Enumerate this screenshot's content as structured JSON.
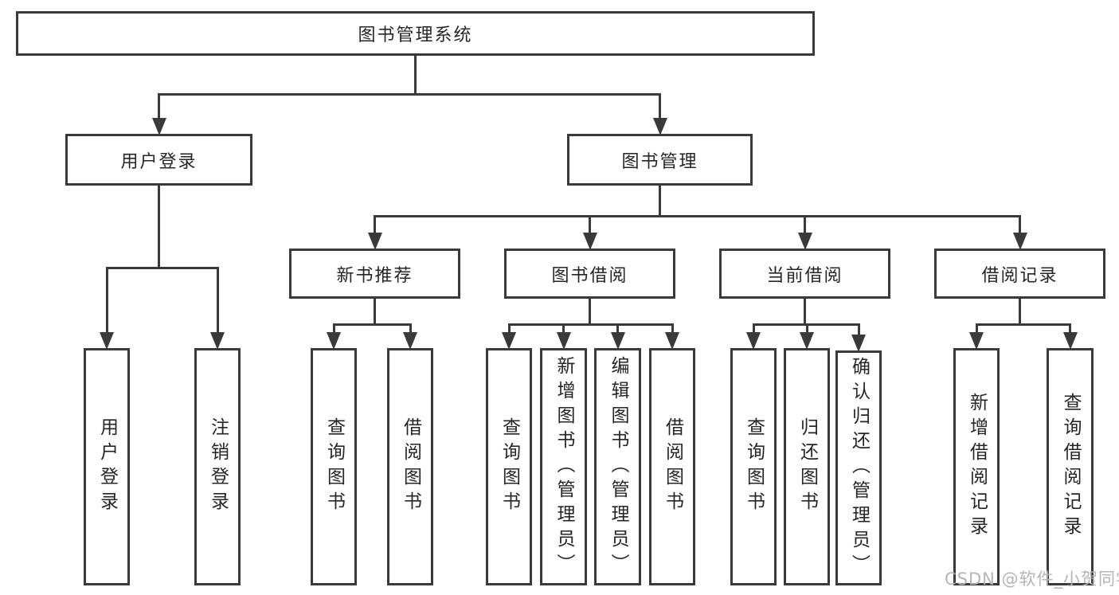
{
  "diagram": {
    "type": "hierarchy-tree",
    "title": "图书管理系统",
    "colors": {
      "line": "#3a3a3a",
      "text": "#262626",
      "box_background": "#ffffff",
      "background": "#ffffff",
      "watermark": "#b5b5b5"
    },
    "nodes": [
      {
        "id": "root",
        "parent": null,
        "label": "图书管理系统"
      },
      {
        "id": "user-login",
        "parent": "root",
        "label": "用户登录"
      },
      {
        "id": "book-mgmt",
        "parent": "root",
        "label": "图书管理"
      },
      {
        "id": "new-book-rec",
        "parent": "book-mgmt",
        "label": "新书推荐"
      },
      {
        "id": "book-borrow",
        "parent": "book-mgmt",
        "label": "图书借阅"
      },
      {
        "id": "current-borrow",
        "parent": "book-mgmt",
        "label": "当前借阅"
      },
      {
        "id": "borrow-records",
        "parent": "book-mgmt",
        "label": "借阅记录"
      },
      {
        "id": "leaf-user-login",
        "parent": "user-login",
        "label": "用户登录"
      },
      {
        "id": "leaf-logout",
        "parent": "user-login",
        "label": "注销登录"
      },
      {
        "id": "leaf-query-book-1",
        "parent": "new-book-rec",
        "label": "查询图书"
      },
      {
        "id": "leaf-borrow-book-1",
        "parent": "new-book-rec",
        "label": "借阅图书"
      },
      {
        "id": "leaf-query-book-2",
        "parent": "book-borrow",
        "label": "查询图书"
      },
      {
        "id": "leaf-add-book",
        "parent": "book-borrow",
        "label": "新增图书（管理员）"
      },
      {
        "id": "leaf-edit-book",
        "parent": "book-borrow",
        "label": "编辑图书（管理员）"
      },
      {
        "id": "leaf-borrow-book-2",
        "parent": "book-borrow",
        "label": "借阅图书"
      },
      {
        "id": "leaf-query-book-3",
        "parent": "current-borrow",
        "label": "查询图书"
      },
      {
        "id": "leaf-return-book",
        "parent": "current-borrow",
        "label": "归还图书"
      },
      {
        "id": "leaf-confirm-return",
        "parent": "current-borrow",
        "label": "确认归还（管理员）"
      },
      {
        "id": "leaf-add-borrow-record",
        "parent": "borrow-records",
        "label": "新增借阅记录"
      },
      {
        "id": "leaf-query-borrow-record",
        "parent": "borrow-records",
        "label": "查询借阅记录"
      }
    ]
  },
  "watermark": "CSDN @软件_小贺同学"
}
